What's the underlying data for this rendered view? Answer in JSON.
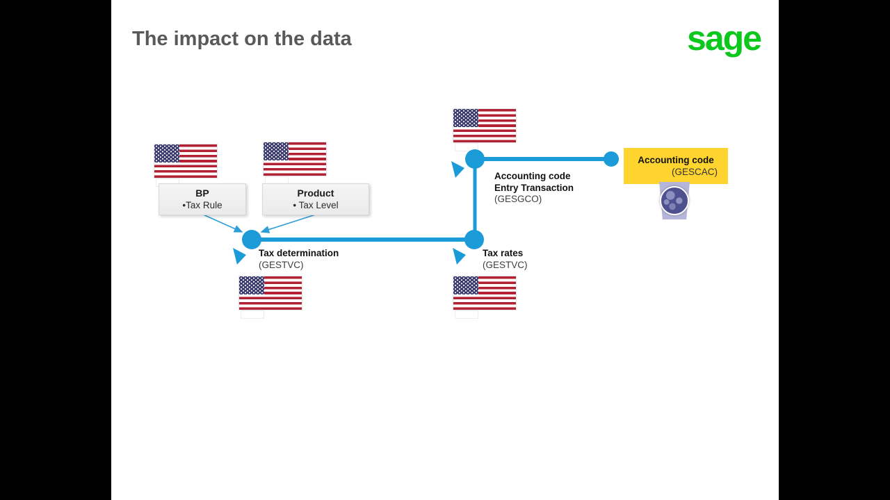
{
  "slide": {
    "title": "The impact on the data",
    "brand": "sage"
  },
  "diagram": {
    "bp_box": {
      "title": "BP",
      "bullet": "•Tax Rule"
    },
    "product_box": {
      "title": "Product",
      "bullet": "• Tax Level"
    },
    "tax_determination": {
      "title": "Tax determination",
      "code": "(GESTVC)"
    },
    "tax_rates": {
      "title": "Tax rates",
      "code": "(GESTVC)"
    },
    "entry_transaction": {
      "line1": "Accounting code",
      "line2": "Entry Transaction",
      "code": "(GESGCO)"
    },
    "accounting_code": {
      "title": "Accounting code",
      "code": "(GESCAC)"
    },
    "icons": {
      "flag": "us-flag-icon",
      "globe": "globe-icon",
      "arrowhead": "arrowhead-icon"
    },
    "colors": {
      "accent_blue": "#1b9bd7",
      "highlight_yellow": "#ffd42e",
      "sage_green": "#0cc71c",
      "flag_red": "#b22234",
      "flag_navy": "#3c3b6e",
      "title_gray": "#595959"
    }
  }
}
